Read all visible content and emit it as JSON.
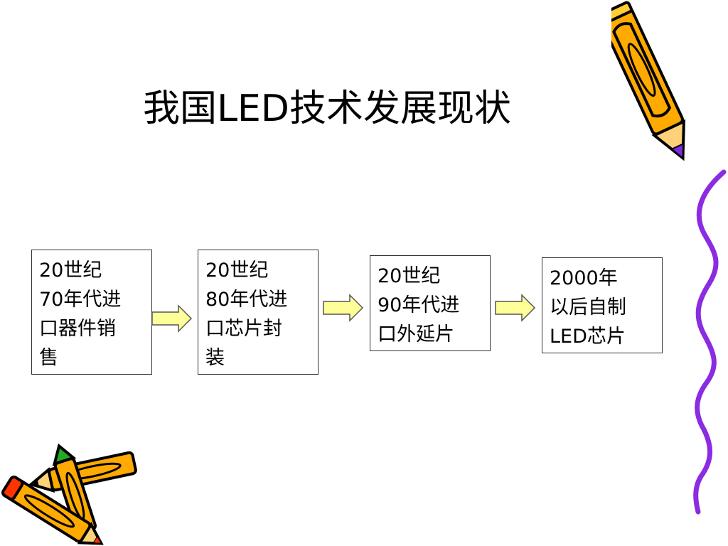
{
  "slide": {
    "title_pre": "我国",
    "title_latin": "LED",
    "title_post": "技术发展现状",
    "boxes": [
      {
        "lines": [
          "20世纪",
          "70年代进",
          "口器件销",
          "售"
        ]
      },
      {
        "lines": [
          "20世纪",
          "80年代进",
          "口芯片封",
          "装"
        ]
      },
      {
        "lines": [
          "20世纪",
          "90年代进",
          "口外延片"
        ]
      },
      {
        "lines": [
          "2000年",
          "以后自制",
          "LED芯片"
        ]
      }
    ]
  },
  "colors": {
    "arrow_fill": "#ffff99",
    "arrow_stroke": "#555555",
    "pencil_body": "#ffaa00",
    "pencil_outline": "#000000",
    "squiggle": "#8b2be2",
    "pencil_eraser": "#ff3300",
    "pencil_tip_green": "#22aa22",
    "pencil_tip_purple": "#7b2be2"
  },
  "icons": {
    "arrow": "right-arrow-icon",
    "pencil": "pencil-icon",
    "squiggle": "wavy-line-decoration"
  }
}
